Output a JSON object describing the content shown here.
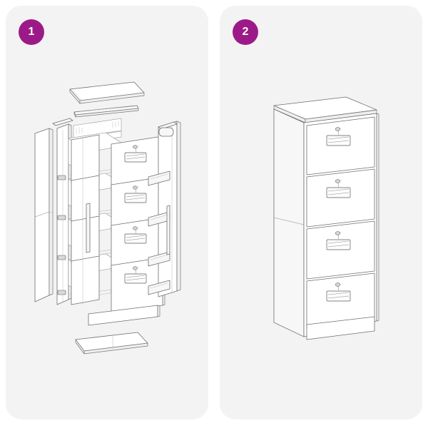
{
  "document": {
    "type": "furniture-assembly-instructions",
    "product": "4-drawer filing cabinet",
    "panel_count": 2,
    "background_color": "#ffffff",
    "panel_background_color": "#f3f3f3",
    "line_color": "#6e6e72",
    "accent_color": "#9c1a88"
  },
  "panels": [
    {
      "id": "panel-1",
      "step_number": "1",
      "badge_color": "#9c1a88",
      "badge_text_color": "#ffffff",
      "illustration": {
        "name": "exploded-filing-cabinet",
        "view": "isometric-exploded",
        "description": "Exploded isometric view of a four drawer filing cabinet showing top panel, top rail, left side panel, right side panel with drawer slides, four drawer fronts with lock handles, drawer boxes, kick plate and base panel",
        "parts": [
          "top-panel",
          "top-rail",
          "left-side-panel",
          "inner-left-panel",
          "right-side-panel",
          "drawer-slide-rails",
          "drawer-front-1",
          "drawer-front-2",
          "drawer-front-3",
          "drawer-front-4",
          "drawer-box-1",
          "drawer-box-2",
          "drawer-box-3",
          "drawer-box-4",
          "kick-plate",
          "base-panel"
        ],
        "drawer_count": 4,
        "handle_type": "rectangular-pull-with-lock"
      }
    },
    {
      "id": "panel-2",
      "step_number": "2",
      "badge_color": "#9c1a88",
      "badge_text_color": "#ffffff",
      "illustration": {
        "name": "assembled-filing-cabinet",
        "view": "isometric-assembled",
        "description": "Completed four drawer filing cabinet shown in isometric view with drawer fronts, lock handles and plinth base",
        "parts": [
          "cabinet-top",
          "cabinet-left-side",
          "drawer-front-1",
          "drawer-front-2",
          "drawer-front-3",
          "drawer-front-4",
          "plinth-base"
        ],
        "drawer_count": 4,
        "handle_type": "rectangular-pull-with-lock"
      }
    }
  ]
}
